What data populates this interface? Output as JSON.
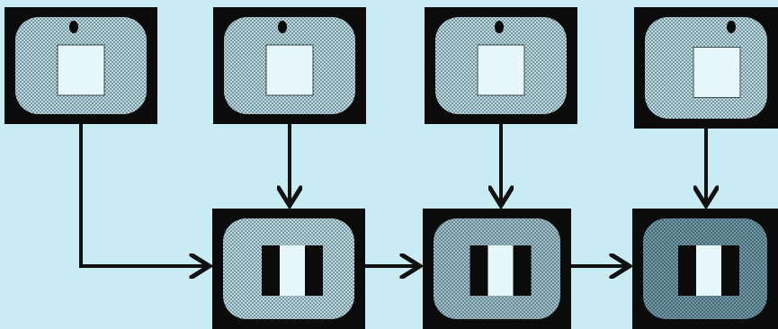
{
  "colors": {
    "background": "#c9ecf4",
    "frame": "#0b0b0b",
    "screen_light": "#b9dbe6",
    "screen_mid": "#9fc4d0",
    "screen_dark": "#6e9aaa",
    "window_light": "#e6f7fb",
    "bar_black": "#0b0b0b",
    "arrow": "#111111"
  },
  "top_row": [
    {
      "id": "top-1",
      "shade": "screen_light",
      "marker": true
    },
    {
      "id": "top-2",
      "shade": "screen_light",
      "marker": true
    },
    {
      "id": "top-3",
      "shade": "screen_light",
      "marker": true
    },
    {
      "id": "top-4",
      "shade": "screen_light",
      "marker": true
    }
  ],
  "bottom_row": [
    {
      "id": "bottom-1",
      "shade": "screen_light"
    },
    {
      "id": "bottom-2",
      "shade": "screen_mid"
    },
    {
      "id": "bottom-3",
      "shade": "screen_dark"
    }
  ],
  "connections": [
    {
      "from": "top-1",
      "to": "bottom-1"
    },
    {
      "from": "top-2",
      "to": "bottom-1"
    },
    {
      "from": "top-3",
      "to": "bottom-2"
    },
    {
      "from": "top-4",
      "to": "bottom-3"
    },
    {
      "from": "bottom-1",
      "to": "bottom-2"
    },
    {
      "from": "bottom-2",
      "to": "bottom-3"
    }
  ]
}
